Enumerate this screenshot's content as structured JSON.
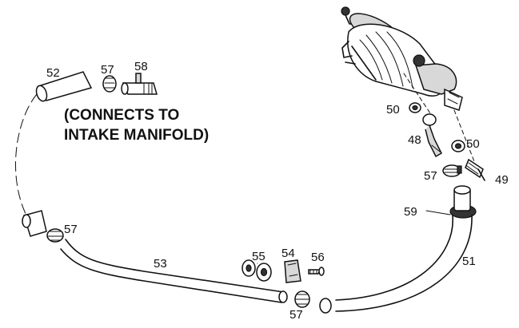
{
  "note": {
    "line1": "(CONNECTS TO",
    "line2": "INTAKE MANIFOLD)"
  },
  "callouts": {
    "p52": "52",
    "p57_top": "57",
    "p58": "58",
    "p50_upper": "50",
    "p48": "48",
    "p50_lower": "50",
    "p57_right": "57",
    "p49": "49",
    "p59": "59",
    "p51": "51",
    "p57_left": "57",
    "p53": "53",
    "p55": "55",
    "p54": "54",
    "p56": "56",
    "p57_bottom": "57"
  }
}
